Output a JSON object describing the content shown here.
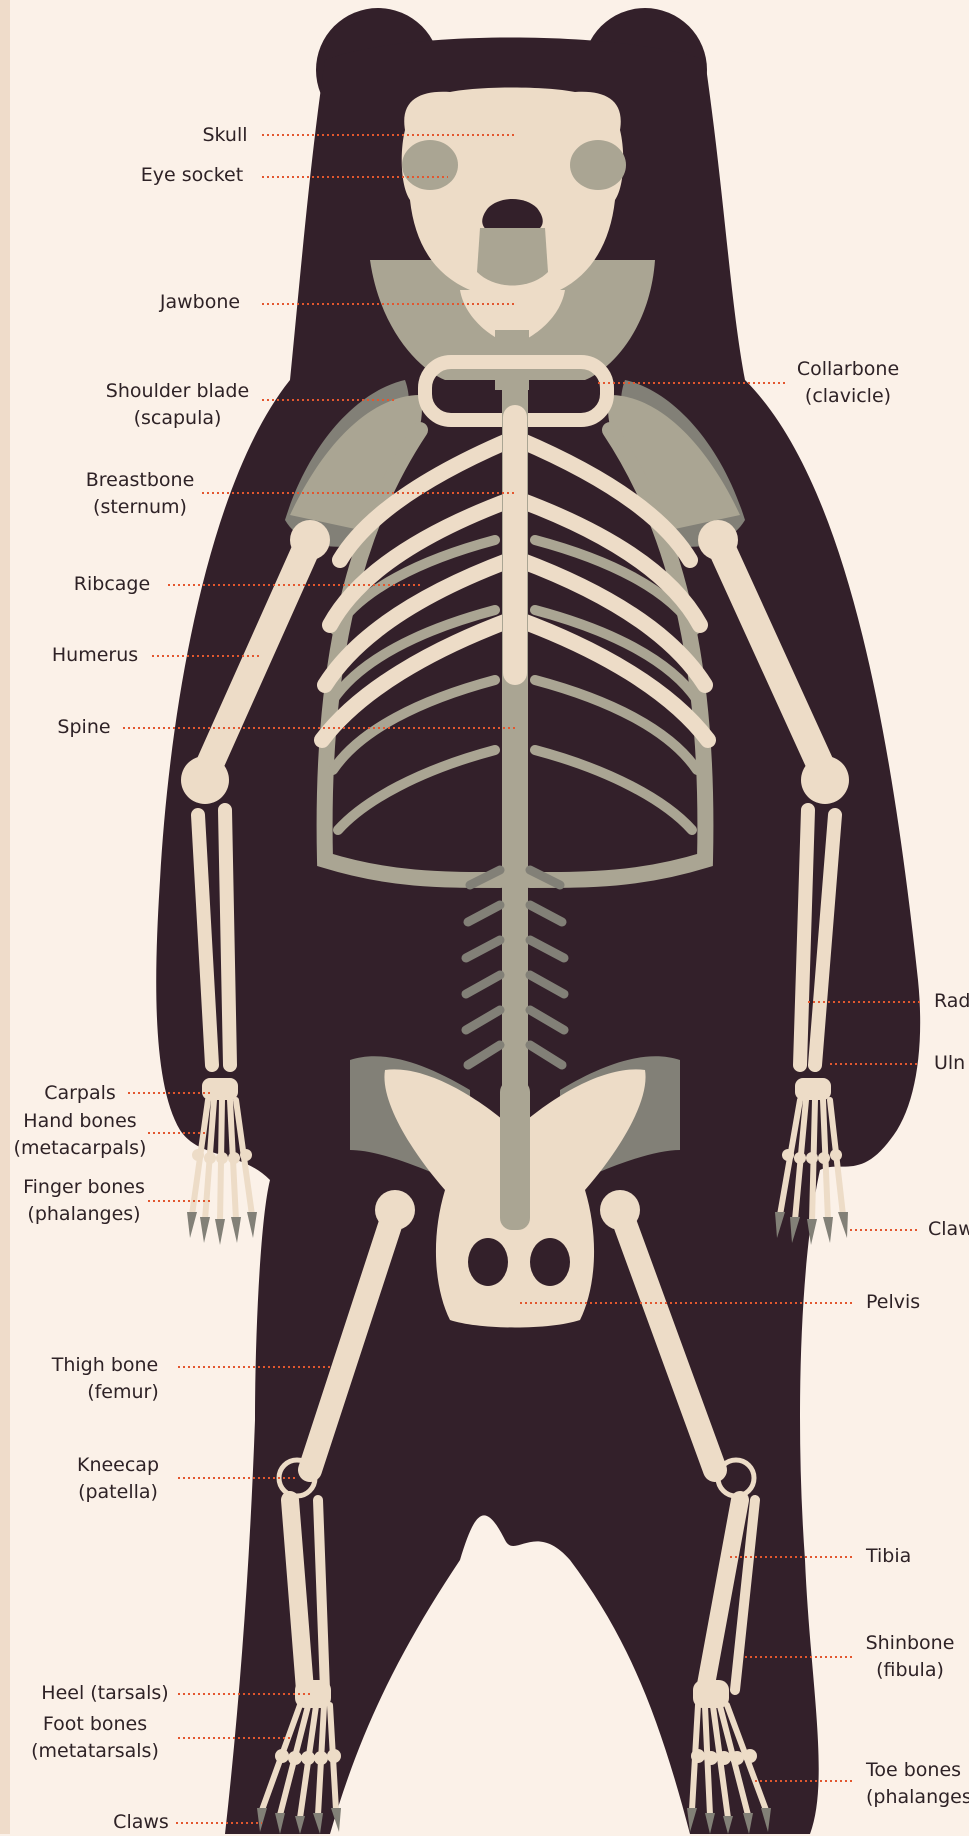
{
  "colors": {
    "background": "#fbf1e8",
    "silhouette": "#33202a",
    "bone_light": "#eddcc7",
    "bone_mid": "#aaa593",
    "bone_dark": "#828077",
    "leader_line": "#e2572f",
    "text": "#2e2226"
  },
  "labels": {
    "skull": [
      "Skull"
    ],
    "eye_socket": [
      "Eye socket"
    ],
    "jawbone": [
      "Jawbone"
    ],
    "shoulder_blade": [
      "Shoulder blade",
      "(scapula)"
    ],
    "breastbone": [
      "Breastbone",
      "(sternum)"
    ],
    "ribcage": [
      "Ribcage"
    ],
    "humerus": [
      "Humerus"
    ],
    "spine": [
      "Spine"
    ],
    "carpals": [
      "Carpals"
    ],
    "hand_bones": [
      "Hand bones",
      "(metacarpals)"
    ],
    "finger_bones": [
      "Finger bones",
      "(phalanges)"
    ],
    "thigh_bone": [
      "Thigh bone",
      "(femur)"
    ],
    "kneecap": [
      "Kneecap",
      "(patella)"
    ],
    "heel": [
      "Heel (tarsals)"
    ],
    "foot_bones": [
      "Foot bones",
      "(metatarsals)"
    ],
    "claws_foot": [
      "Claws"
    ],
    "collarbone": [
      "Collarbone",
      "(clavicle)"
    ],
    "radius": [
      "Rad"
    ],
    "ulna": [
      "Uln"
    ],
    "claws_hand": [
      "Claw"
    ],
    "pelvis": [
      "Pelvis"
    ],
    "tibia": [
      "Tibia"
    ],
    "shinbone": [
      "Shinbone",
      "(fibula)"
    ],
    "toe_bones": [
      "Toe bones",
      "(phalanges"
    ]
  }
}
